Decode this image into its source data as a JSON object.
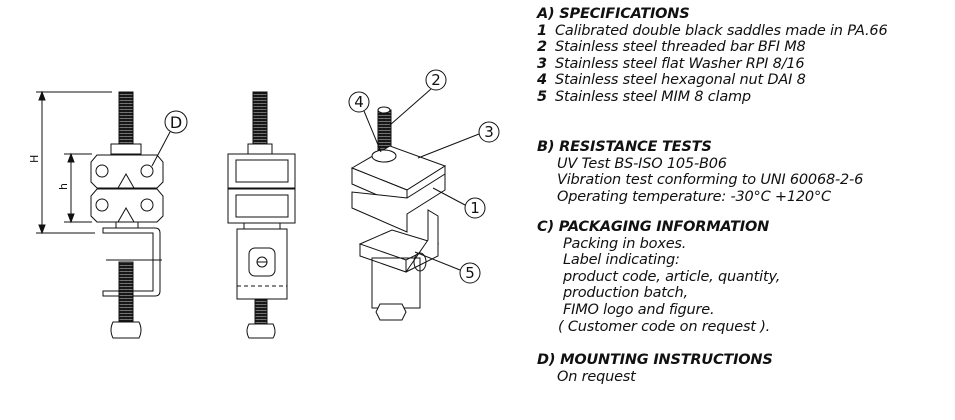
{
  "drawing": {
    "dimension_H": "H",
    "dimension_h": "h",
    "detail_D": "D",
    "callouts": [
      "1",
      "2",
      "3",
      "4",
      "5"
    ]
  },
  "specifications": {
    "title": "A) SPECIFICATIONS",
    "items": [
      {
        "num": "1",
        "text": "Calibrated double black saddles made in PA.66"
      },
      {
        "num": "2",
        "text": "Stainless steel threaded bar BFI M8"
      },
      {
        "num": "3",
        "text": "Stainless steel flat Washer RPI 8/16"
      },
      {
        "num": "4",
        "text": "Stainless steel hexagonal nut DAI 8"
      },
      {
        "num": "5",
        "text": "Stainless steel MIM 8  clamp"
      }
    ]
  },
  "resistance": {
    "title": "B) RESISTANCE TESTS",
    "lines": [
      "UV Test BS-ISO 105-B06",
      "Vibration test conforming to UNI 60068-2-6",
      "Operating temperature: -30°C +120°C"
    ]
  },
  "packaging": {
    "title": "C) PACKAGING INFORMATION",
    "lines": [
      "Packing in boxes.",
      "Label indicating:",
      "product code, article, quantity,",
      "production batch,",
      "FIMO logo and figure."
    ],
    "note": "( Customer code on request )."
  },
  "mounting": {
    "title": "D) MOUNTING INSTRUCTIONS",
    "text": "On request"
  }
}
